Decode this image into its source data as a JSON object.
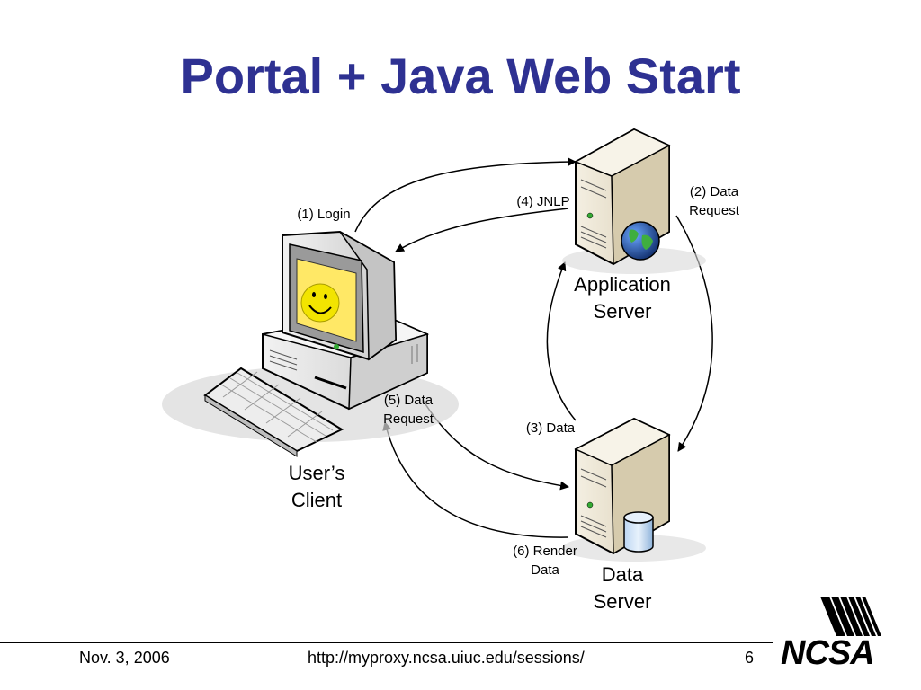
{
  "slide": {
    "title": "Portal + Java Web Start"
  },
  "nodes": {
    "client": "User’s Client",
    "client_line1": "User’s",
    "client_line2": "Client",
    "app_server_line1": "Application",
    "app_server_line2": "Server",
    "data_server_line1": "Data",
    "data_server_line2": "Server"
  },
  "edges": {
    "login": "(1) Login",
    "data_request_2_line1": "(2) Data",
    "data_request_2_line2": "Request",
    "data_3": "(3) Data",
    "jnlp": "(4) JNLP",
    "data_request_5_line1": "(5) Data",
    "data_request_5_line2": "Request",
    "render_6_line1": "(6) Render",
    "render_6_line2": "Data"
  },
  "footer": {
    "date": "Nov. 3, 2006",
    "url": "http://myproxy.ncsa.uiuc.edu/sessions/",
    "page": "6",
    "logo_text": "NCSA"
  },
  "colors": {
    "title": "#2e3192",
    "server_body": "#e9e2cf",
    "monitor_body": "#e6e6e6",
    "smiley": "#f2e400",
    "logo": "#000000"
  }
}
